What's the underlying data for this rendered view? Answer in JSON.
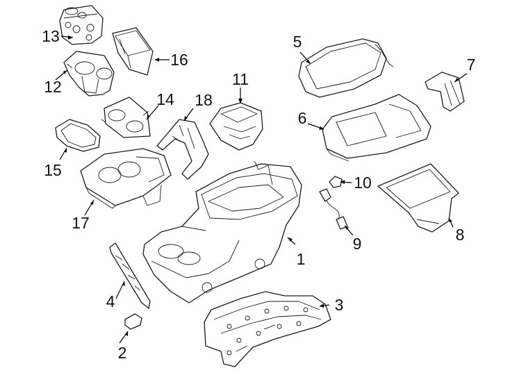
{
  "diagram": {
    "background": "#ffffff",
    "line_color": "#1a1a1a",
    "callouts": [
      "1",
      "2",
      "3",
      "4",
      "5",
      "6",
      "7",
      "8",
      "9",
      "10",
      "11",
      "12",
      "13",
      "14",
      "15",
      "16",
      "17",
      "18"
    ],
    "parts": [
      {
        "id": "1",
        "name": "console-base-icon"
      },
      {
        "id": "2",
        "name": "small-cap-icon"
      },
      {
        "id": "3",
        "name": "mounting-bracket-plate-icon"
      },
      {
        "id": "4",
        "name": "side-trim-panel-icon"
      },
      {
        "id": "5",
        "name": "armrest-lid-icon"
      },
      {
        "id": "6",
        "name": "armrest-base-icon"
      },
      {
        "id": "7",
        "name": "hinge-cover-icon"
      },
      {
        "id": "8",
        "name": "storage-bin-icon"
      },
      {
        "id": "9",
        "name": "wire-harness-icon"
      },
      {
        "id": "10",
        "name": "clip-icon"
      },
      {
        "id": "11",
        "name": "tray-insert-icon"
      },
      {
        "id": "12",
        "name": "cup-holder-icon"
      },
      {
        "id": "13",
        "name": "cup-holder-insert-icon"
      },
      {
        "id": "14",
        "name": "cup-holder-bezel-icon"
      },
      {
        "id": "15",
        "name": "cup-holder-mat-icon"
      },
      {
        "id": "16",
        "name": "storage-box-icon"
      },
      {
        "id": "17",
        "name": "front-console-tray-icon"
      },
      {
        "id": "18",
        "name": "support-bracket-icon"
      }
    ]
  }
}
